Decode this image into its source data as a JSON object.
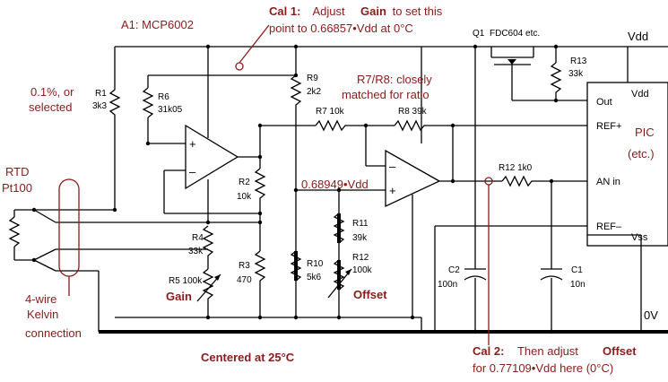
{
  "labels": {
    "a1": "A1:  MCP6002",
    "cal1_prefix": "Cal 1:",
    "cal1_text": "  Adjust ",
    "cal1_gain": "Gain",
    "cal1_text2": " to set this",
    "cal1_line2": "point to 0.66857•Vdd at 0°C",
    "q1": "Q1",
    "q1_part": "FDC604  etc.",
    "vdd_top": "Vdd",
    "tol_line1": "0.1%, or",
    "tol_line2": "selected",
    "r7r8_line1": "R7/R8: closely",
    "r7r8_line2": "matched for ratio",
    "rtd_line1": "RTD",
    "rtd_line2": "Pt100",
    "pic_line1": "PIC",
    "pic_line2": "(etc.)",
    "node_voltage": "0.68949•Vdd",
    "gain": "Gain",
    "offset": "Offset",
    "kelvin_line1": "4-wire",
    "kelvin_line2": "Kelvin",
    "kelvin_line3": "connection",
    "zero_v": "0V",
    "centered": "Centered at 25°C",
    "cal2_prefix": "Cal 2:",
    "cal2_text": "  Then adjust ",
    "cal2_offset": "Offset",
    "cal2_line2": "for 0.77109•Vdd here (0°C)"
  },
  "pic_pins": {
    "vdd": "Vdd",
    "out": "Out",
    "ref_plus": "REF+",
    "an_in": "AN in",
    "ref_minus": "REF–",
    "vss": "Vss"
  },
  "components": {
    "r1": {
      "name": "R1",
      "value": "3k3"
    },
    "r2": {
      "name": "R2",
      "value": "10k"
    },
    "r3": {
      "name": "R3",
      "value": "470"
    },
    "r4": {
      "name": "R4",
      "value": "33k"
    },
    "r5": {
      "name": "R5 100k"
    },
    "r6": {
      "name": "R6",
      "value": "31k05"
    },
    "r7": {
      "name": "R7  10k"
    },
    "r8": {
      "name": "R8  39k"
    },
    "r9": {
      "name": "R9",
      "value": "2k2"
    },
    "r10": {
      "name": "R10",
      "value": "5k6"
    },
    "r11": {
      "name": "R11",
      "value": "39k"
    },
    "r12a": {
      "name": "R12",
      "value": "100k"
    },
    "r12b": {
      "name": "R12  1k0"
    },
    "r13": {
      "name": "R13",
      "value": "33k"
    },
    "c1": {
      "name": "C1",
      "value": "10n"
    },
    "c2": {
      "name": "C2",
      "value": "100n"
    }
  },
  "opamp_signs": {
    "plus": "+",
    "minus": "–"
  }
}
